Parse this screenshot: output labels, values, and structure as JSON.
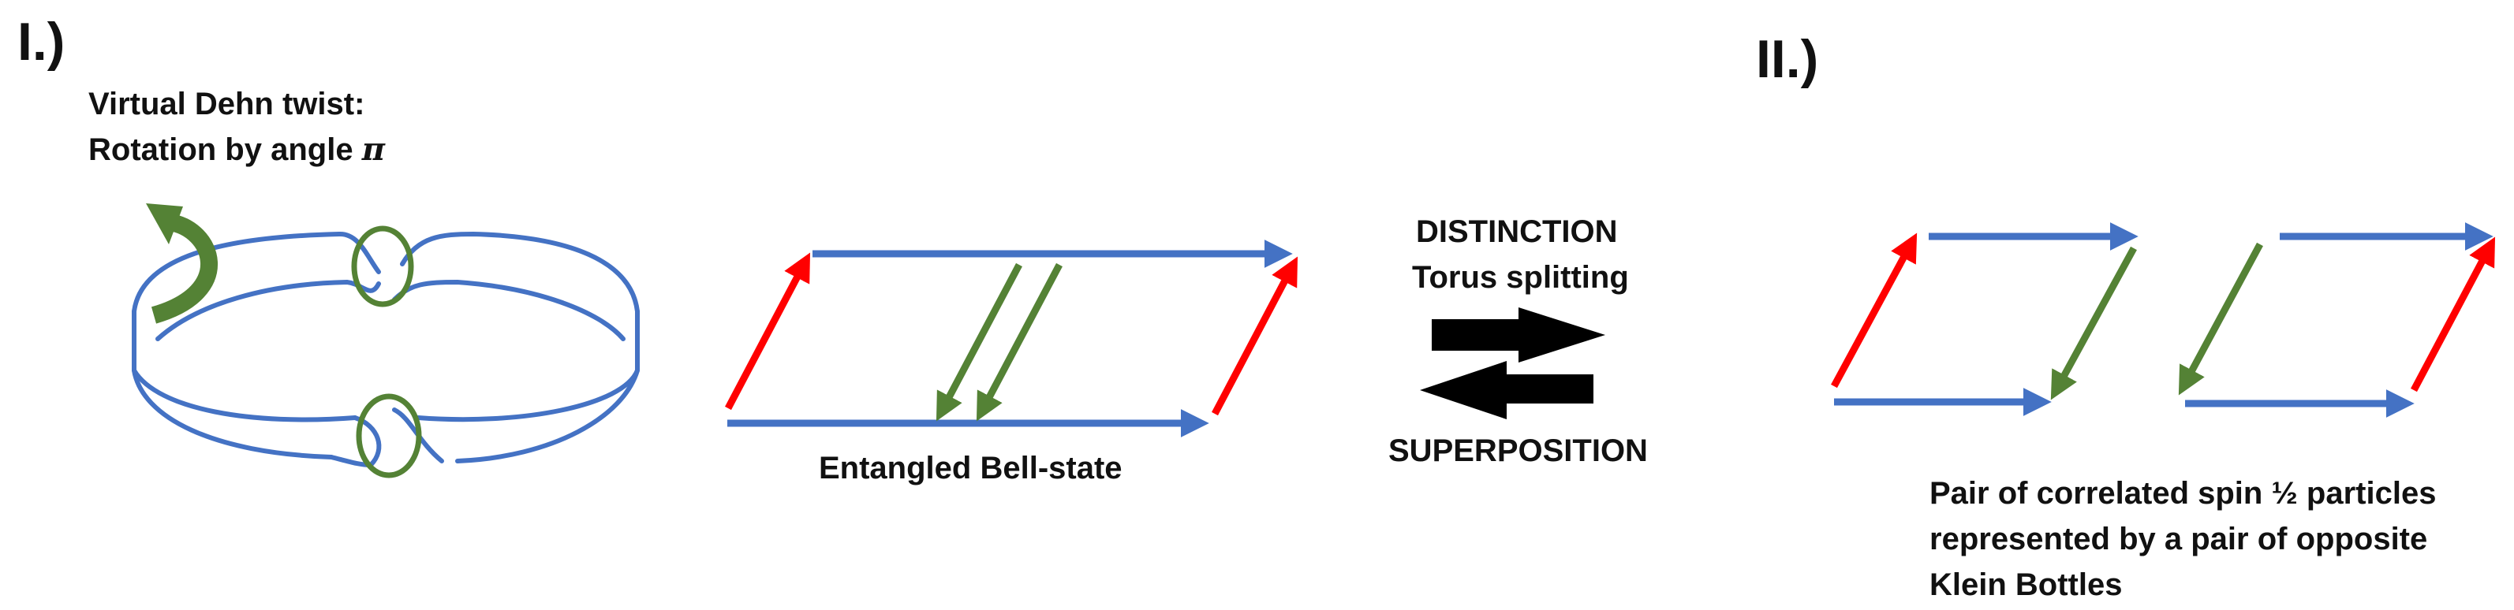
{
  "panels": {
    "one": {
      "label": "I.)"
    },
    "two": {
      "label": "II.)"
    }
  },
  "dehn": {
    "line1": "Virtual Dehn twist:",
    "line2_prefix": "Rotation by angle ",
    "line2_symbol": "π"
  },
  "bell": {
    "caption": "Entangled Bell-state"
  },
  "transition": {
    "top1": "DISTINCTION",
    "top2": "Torus splitting",
    "bottom": "SUPERPOSITION"
  },
  "klein": {
    "line1": "Pair of correlated spin ½ particles",
    "line2": "represented by a pair of opposite",
    "line3": "Klein Bottles"
  },
  "colors": {
    "blue": "#4472C4",
    "red": "#FF0000",
    "green": "#548235",
    "black": "#000000"
  }
}
